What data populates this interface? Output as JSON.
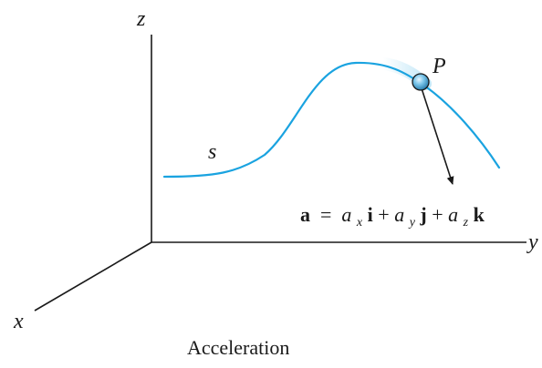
{
  "axes": {
    "z_label": "z",
    "y_label": "y",
    "x_label": "x"
  },
  "curve": {
    "label": "s",
    "color": "#1aa3e0"
  },
  "point": {
    "label": "P"
  },
  "equation": {
    "lhs": "a",
    "eq": " = ",
    "a_x_base": "a",
    "a_x_sub": "x",
    "i": "i",
    "plus1": " + ",
    "a_y_base": "a",
    "a_y_sub": "y",
    "j": "j",
    "plus2": " + ",
    "a_z_base": "a",
    "a_z_sub": "z",
    "k": "k"
  },
  "caption": "Acceleration"
}
